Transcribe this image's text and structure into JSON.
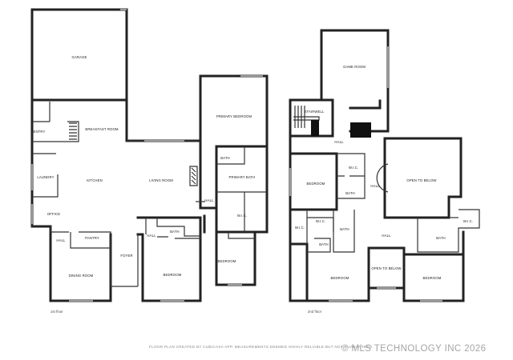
{
  "first_floor": {
    "caption": "1st floor",
    "rooms": {
      "garage": "GARAGE",
      "entry": "ENTRY",
      "breakfast_room": "BREAKFAST ROOM",
      "laundry": "LAUNDRY",
      "kitchen": "KITCHEN",
      "living_room": "LIVING ROOM",
      "office": "OFFICE",
      "hall_a": "HALL",
      "pantry": "PANTRY",
      "dining_room": "DINING ROOM",
      "foyer": "FOYER",
      "hall_b": "HALL",
      "bath_a": "BATH",
      "bedroom": "BEDROOM",
      "primary_bedroom": "PRIMARY BEDROOM",
      "bath_b": "BATH",
      "primary_bath": "PRIMARY BATH",
      "wic": "W.I.C.",
      "hall_c": "HALL",
      "bedroom_b": "BEDROOM"
    }
  },
  "second_floor": {
    "caption": "2nd floor",
    "rooms": {
      "game_room": "GAME ROOM",
      "stairwell": "STAIRWELL",
      "hall_a": "HALL",
      "bedroom_a": "BEDROOM",
      "wic_a": "W.I.C.",
      "bath_a": "BATH",
      "hall_b": "HALL",
      "open_to_below_a": "OPEN TO BELOW",
      "wic_b": "W.I.C.",
      "wic_c": "W.I.C.",
      "bath_b": "BATH",
      "hall_c": "HALL",
      "bath_c": "BATH",
      "wic_d": "W.I.C.",
      "bath_d": "BATH",
      "bedroom_b": "BEDROOM",
      "open_to_below_b": "OPEN TO BELOW",
      "bedroom_c": "BEDROOM"
    }
  },
  "footer_note": "FLOOR PLAN CREATED BY CUBICASA APP. MEASUREMENTS DEEMED HIGHLY RELIABLE BUT NOT GUARANTEED.",
  "watermark": "© MLS TECHNOLOGY INC 2026"
}
